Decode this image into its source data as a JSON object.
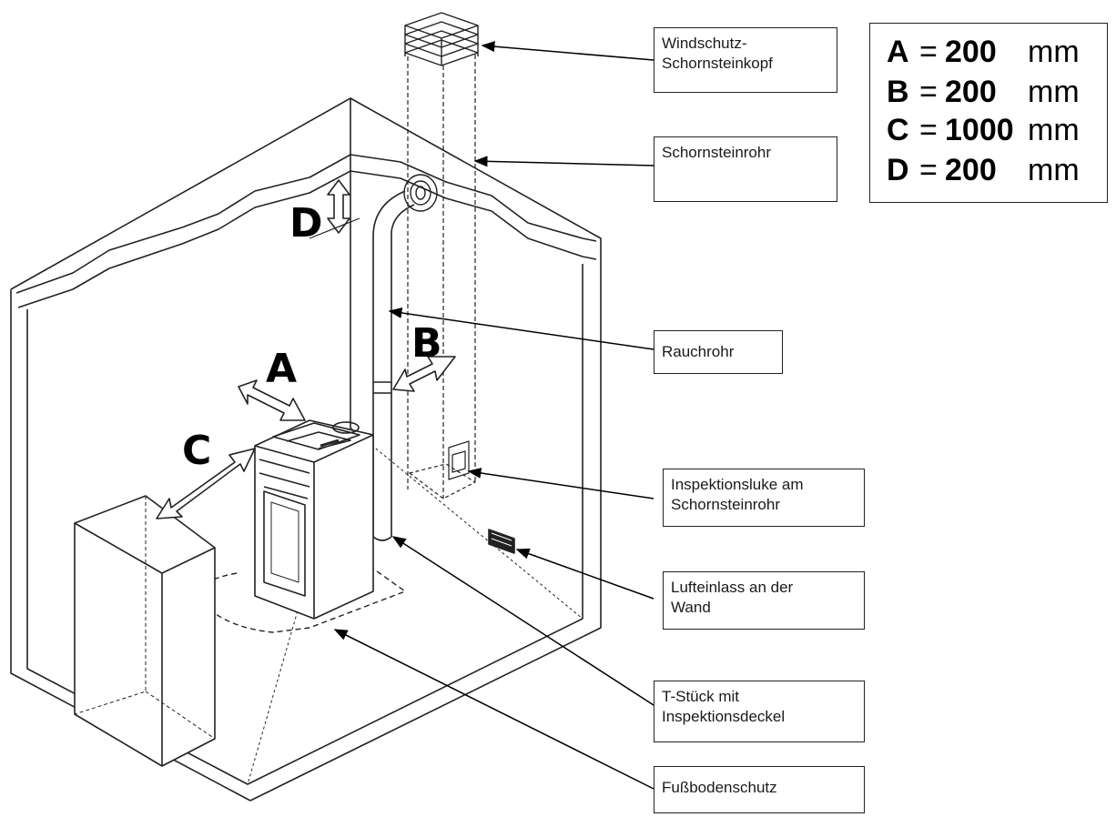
{
  "callouts": {
    "windschutz": "Windschutz-\nSchornsteinkopf",
    "schornsteinrohr": "Schornsteinrohr",
    "rauchrohr": "Rauchrohr",
    "inspektionsluke": "Inspektionsluke am\nSchornsteinrohr",
    "lufteinlass": "Lufteinlass an der\nWand",
    "tstueck": "T-Stück mit\nInspektionsdeckel",
    "fussboden": "Fußbodenschutz"
  },
  "dimension_letters": {
    "a": "A",
    "b": "B",
    "c": "C",
    "d": "D"
  },
  "dimensions": [
    {
      "key": "A",
      "eq": "=",
      "value": "200",
      "unit": "mm"
    },
    {
      "key": "B",
      "eq": "=",
      "value": "200",
      "unit": "mm"
    },
    {
      "key": "C",
      "eq": "=",
      "value": "1000",
      "unit": "mm"
    },
    {
      "key": "D",
      "eq": "=",
      "value": "200",
      "unit": "mm"
    }
  ]
}
